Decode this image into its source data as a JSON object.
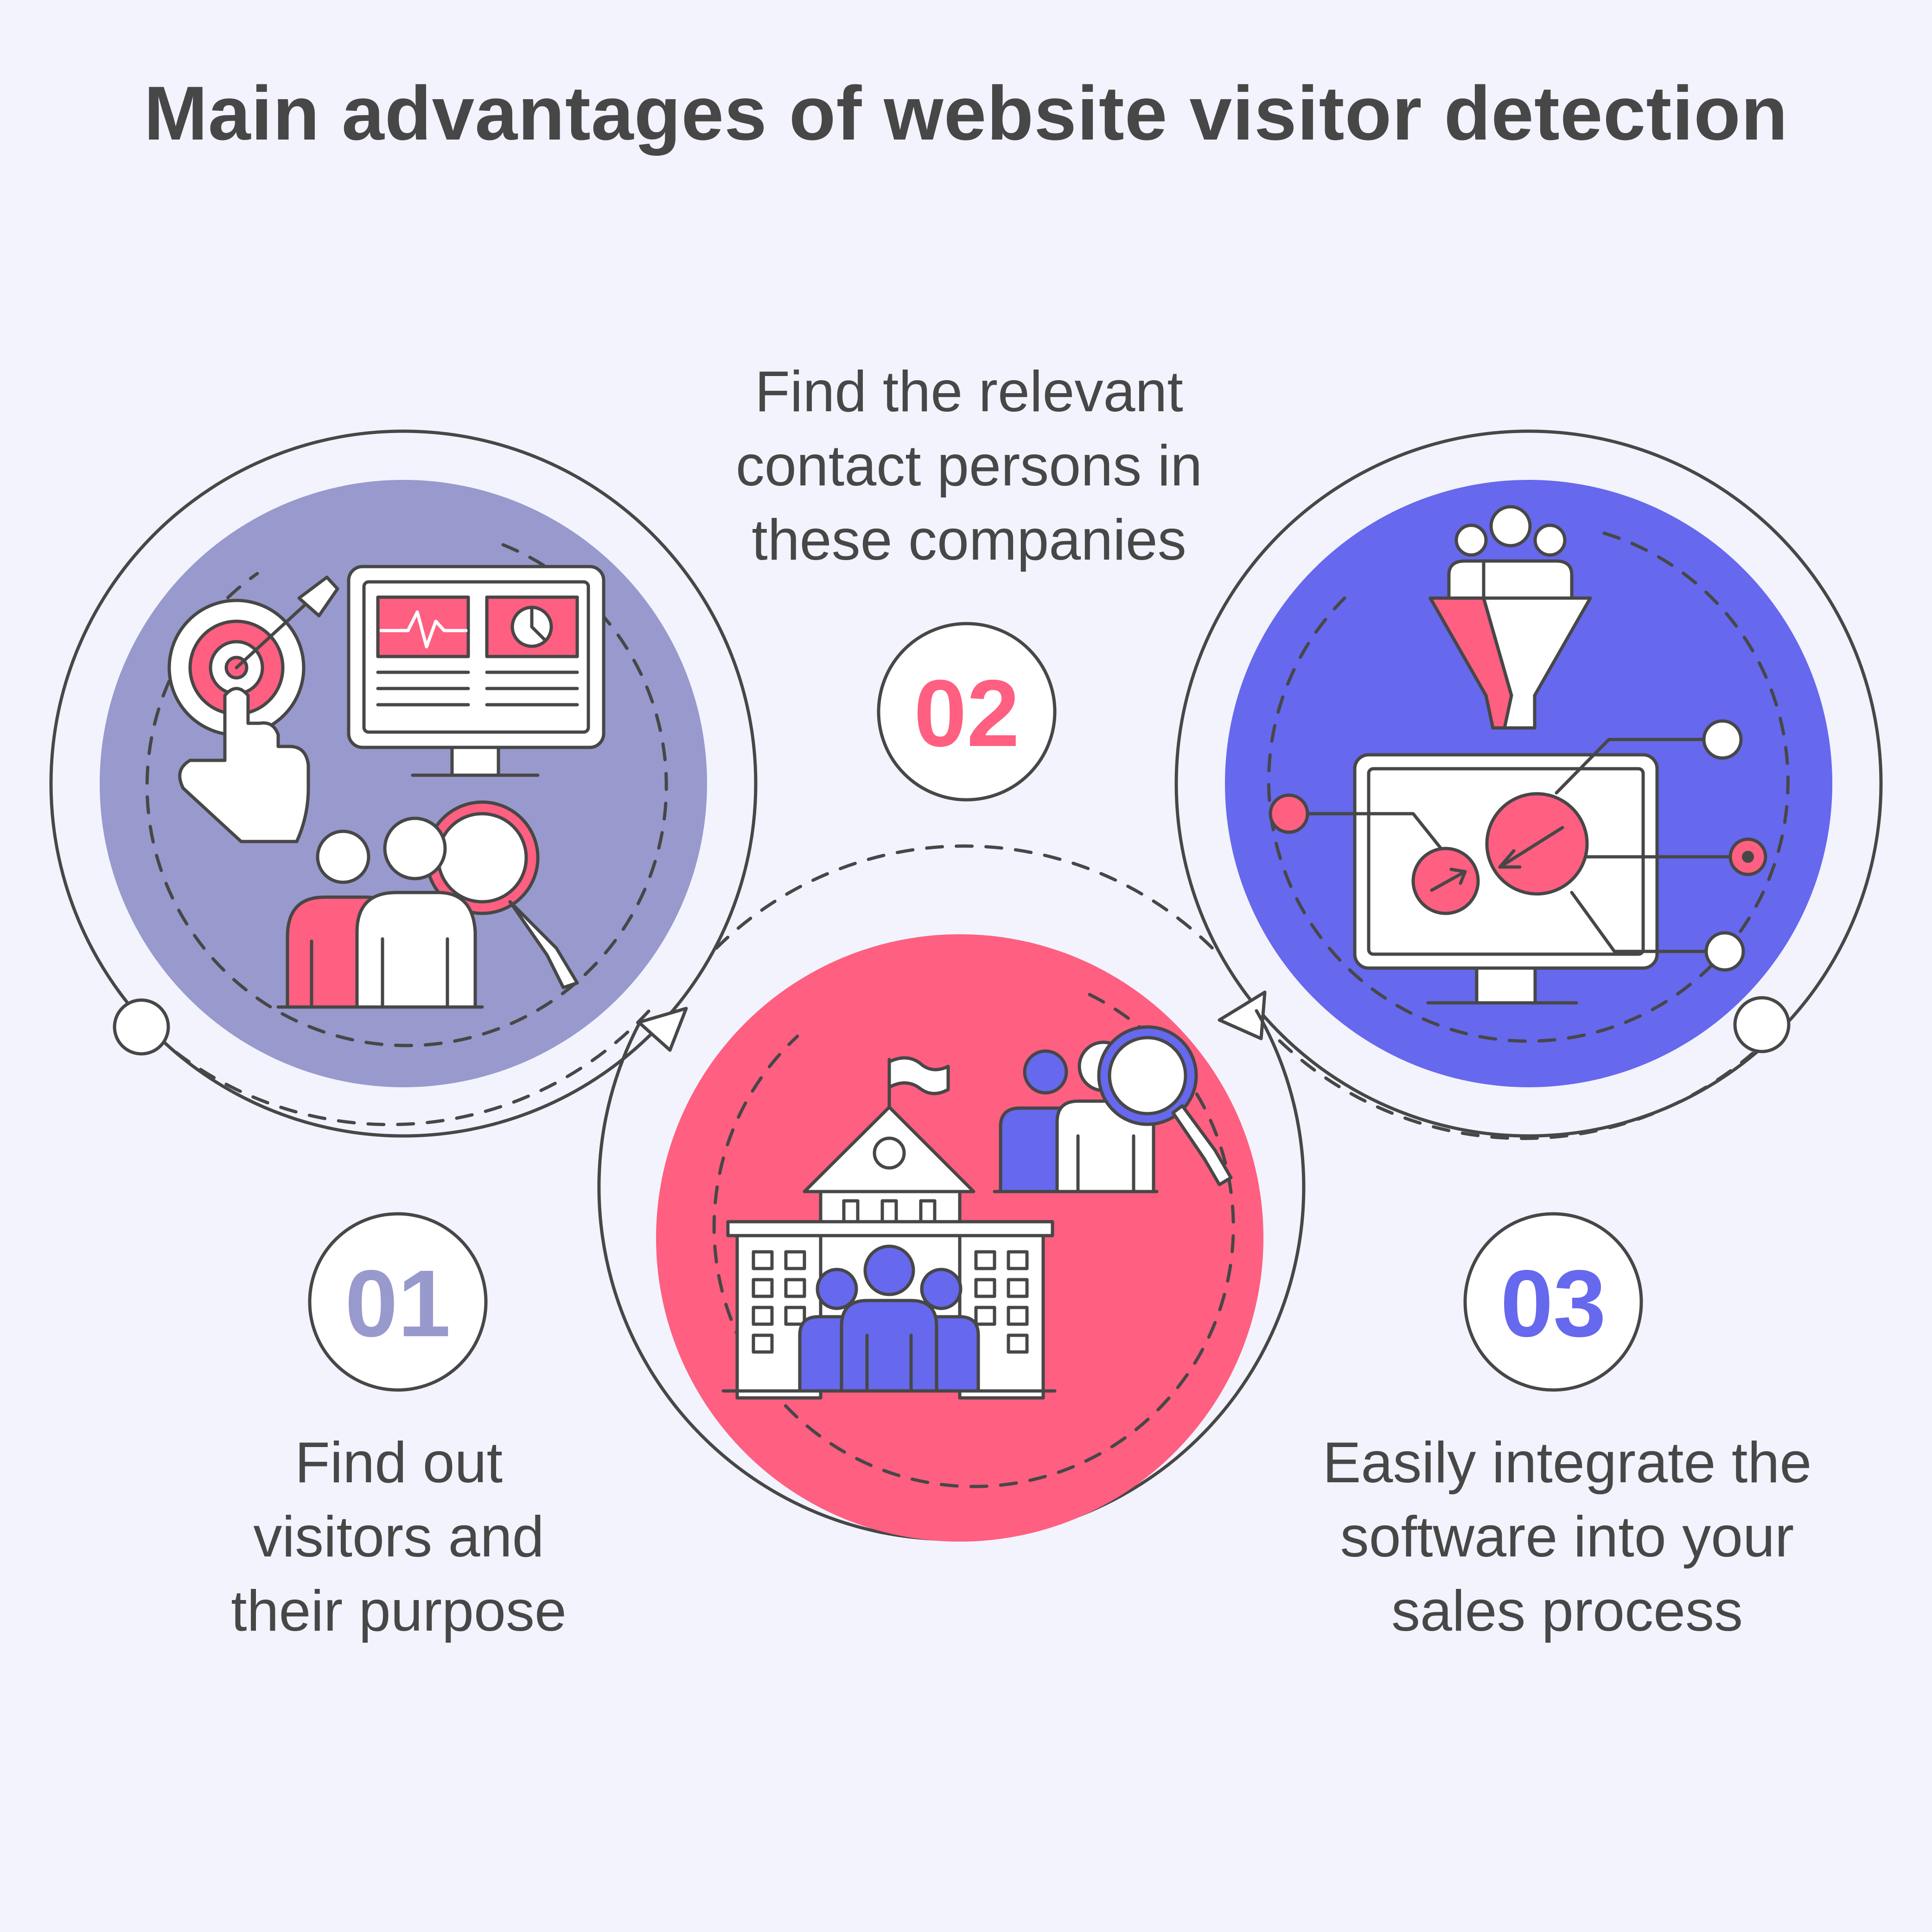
{
  "title": "Main advantages of website visitor detection",
  "colors": {
    "background": "#f2f3fd",
    "outline": "#474747",
    "lavender": "#9899cc",
    "pink": "#ff5f80",
    "blue": "#6668ed",
    "white": "#ffffff"
  },
  "steps": [
    {
      "number": "01",
      "color": "#9899cc",
      "icon": "target-screen-people-icon",
      "caption": [
        "Find out",
        "visitors and",
        "their purpose"
      ]
    },
    {
      "number": "02",
      "color": "#ff5f80",
      "icon": "company-building-people-icon",
      "caption": [
        "Find the relevant",
        "contact persons in",
        "these companies"
      ]
    },
    {
      "number": "03",
      "color": "#6668ed",
      "icon": "funnel-gears-monitor-icon",
      "caption": [
        "Easily integrate the",
        "software into your",
        "sales process"
      ]
    }
  ]
}
